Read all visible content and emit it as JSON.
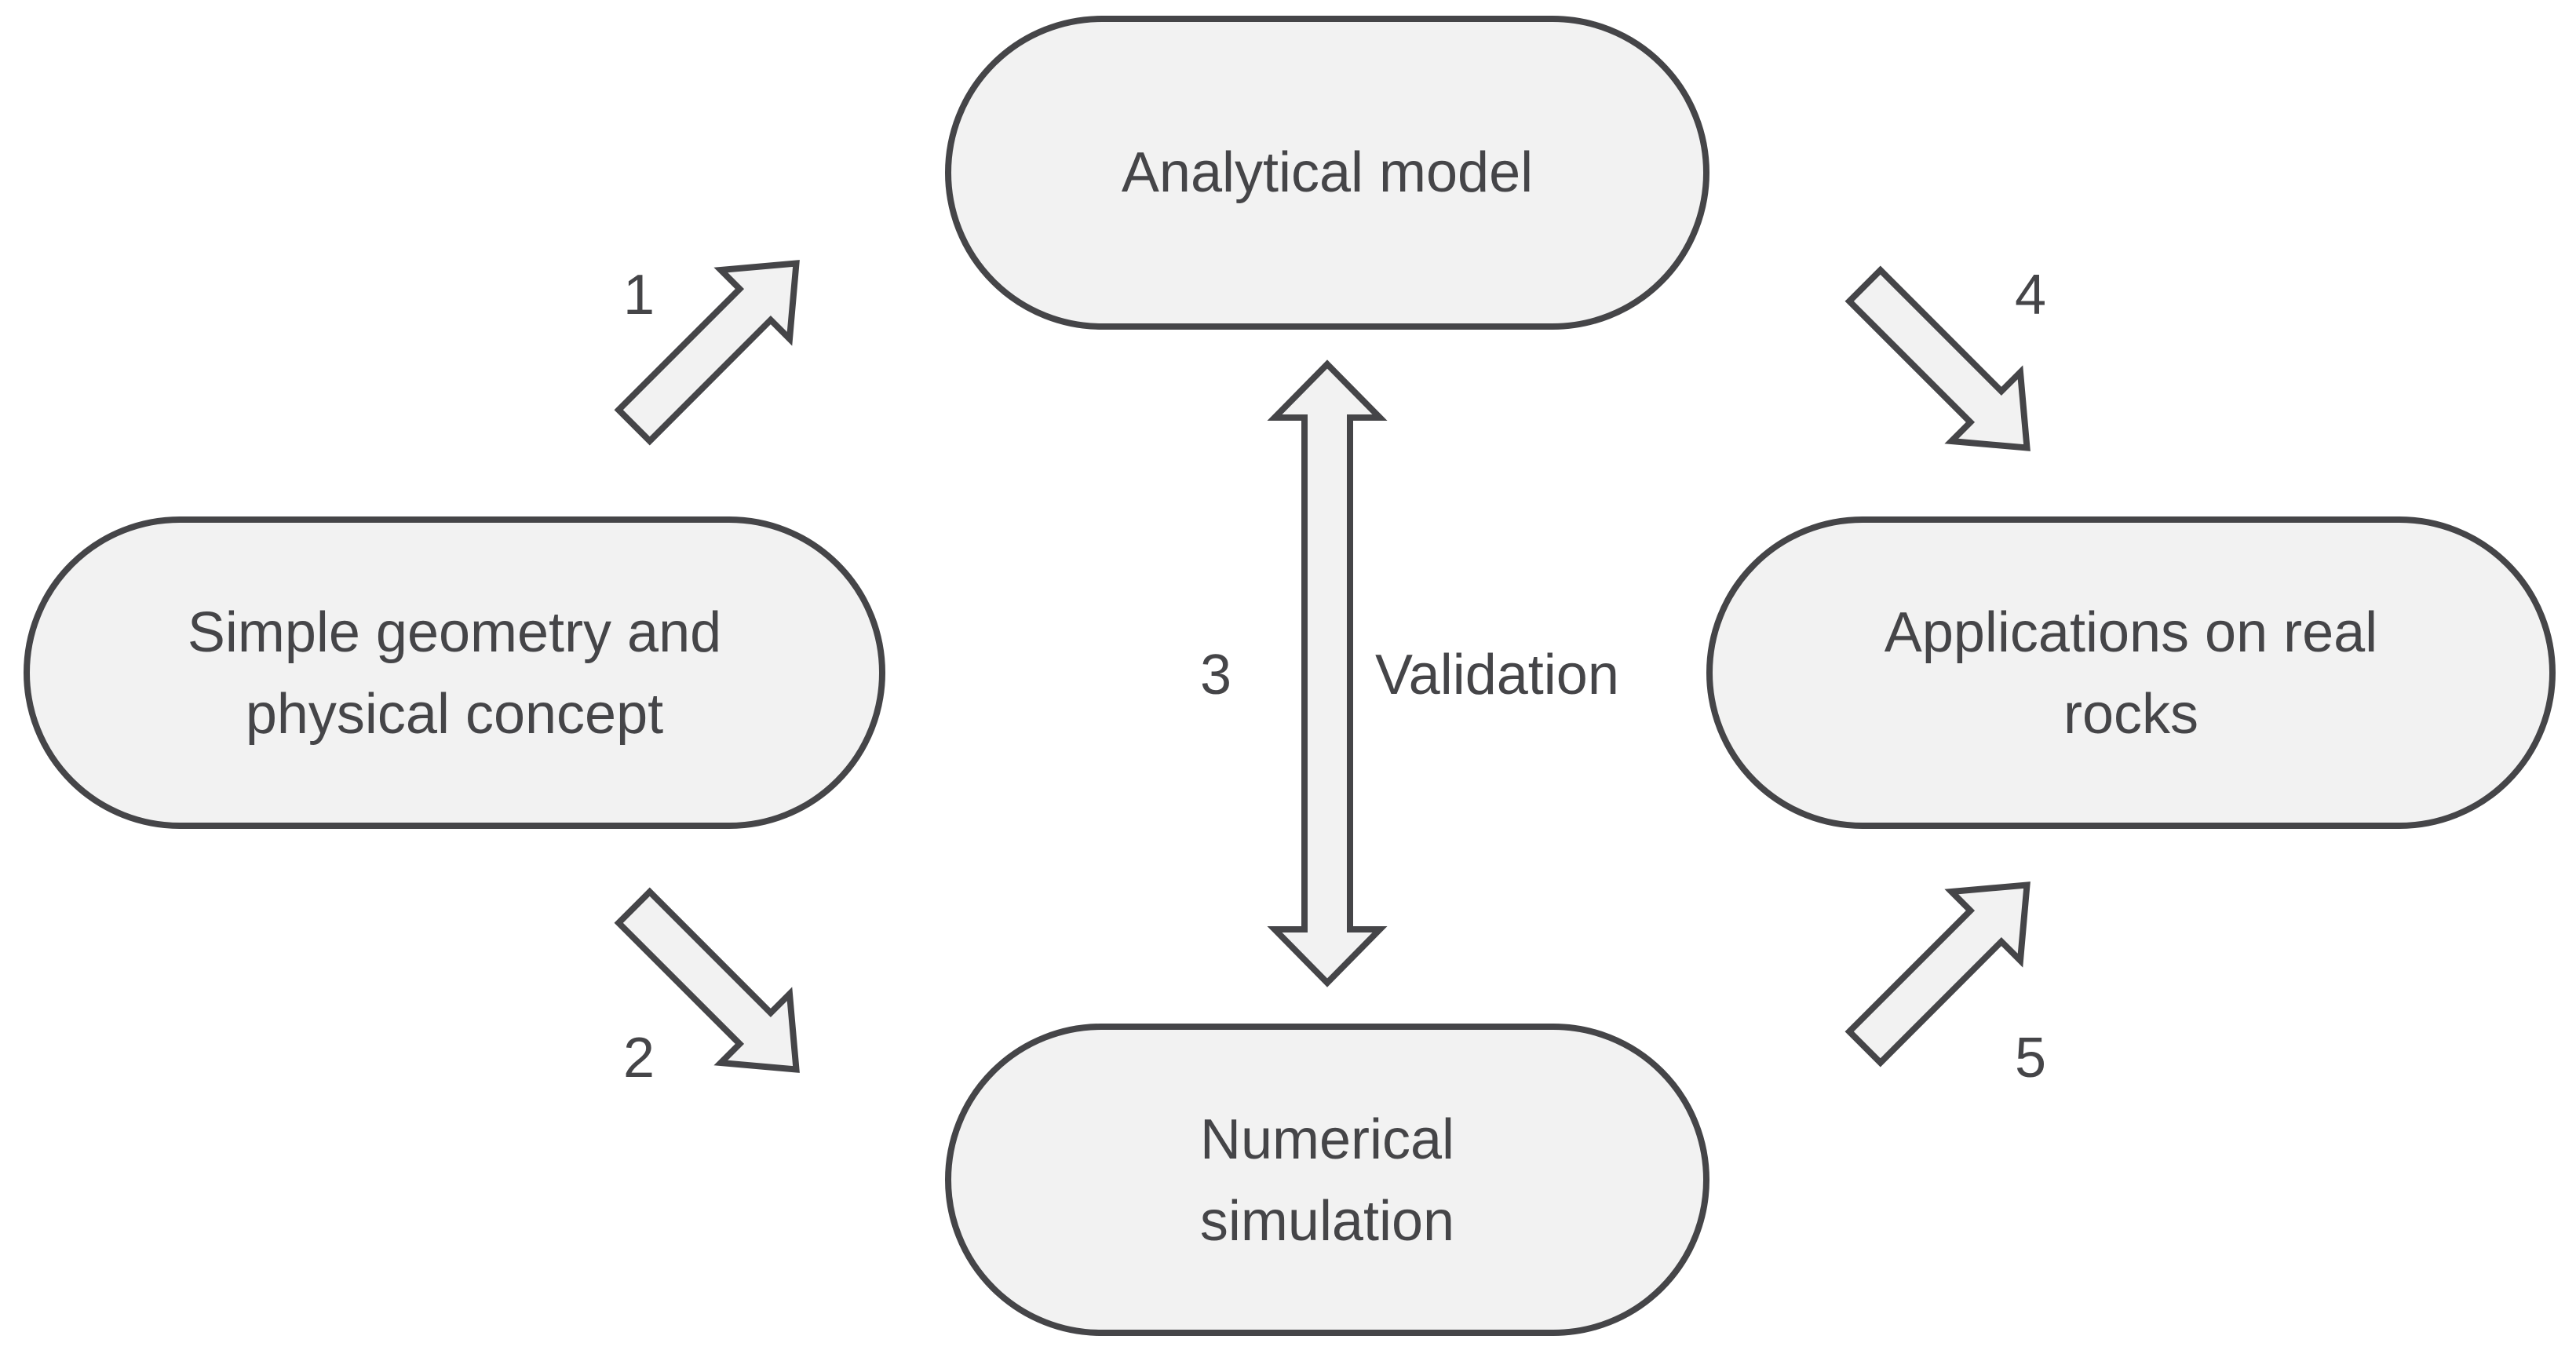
{
  "nodes": {
    "analytical": {
      "lines": [
        "Analytical model"
      ]
    },
    "simple": {
      "lines": [
        "Simple geometry and",
        "physical concept"
      ]
    },
    "applications": {
      "lines": [
        "Applications on real",
        "rocks"
      ]
    },
    "numerical": {
      "lines": [
        "Numerical",
        "simulation"
      ]
    }
  },
  "steps": {
    "s1": "1",
    "s2": "2",
    "s3": "3",
    "s4": "4",
    "s5": "5"
  },
  "validation_label": "Validation",
  "colors": {
    "box_fill": "#f2f2f2",
    "stroke": "#454548",
    "text": "#454548",
    "background": "#ffffff"
  }
}
